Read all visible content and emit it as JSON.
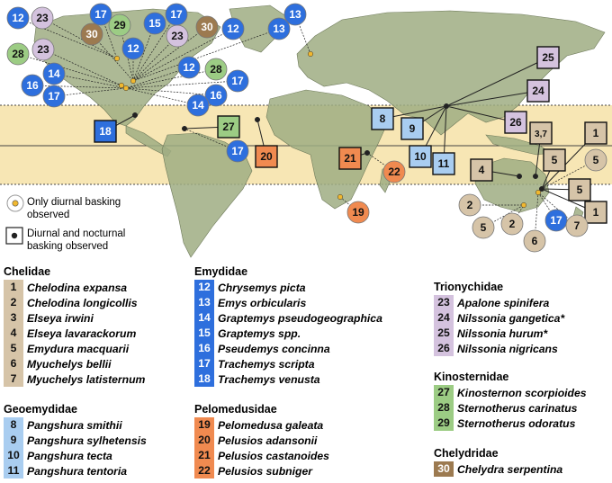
{
  "colors": {
    "chelidae": "#d6c4a8",
    "emydidae": "#2e6fdd",
    "geoemydidae": "#a9cdf0",
    "pelomedusidae": "#f08a50",
    "trionychidae": "#d4c2de",
    "kinosternidae": "#9ccc84",
    "chelydridae": "#9c7a50",
    "land": "#9fad82",
    "tropics": "#f7e6b4",
    "ocean": "#ffffff"
  },
  "legend": {
    "diurnal": "Only diurnal basking observed",
    "diurnal_line1": "Only diurnal basking",
    "diurnal_line2": "observed",
    "nocturnal_line1": "Diurnal and nocturnal",
    "nocturnal_line2": "basking observed"
  },
  "markers": [
    {
      "label": "12",
      "family": "emydidae",
      "shape": "circle"
    },
    {
      "label": "23",
      "family": "trionychidae",
      "shape": "circle"
    },
    {
      "label": "17",
      "family": "emydidae",
      "shape": "circle"
    },
    {
      "label": "30",
      "family": "chelydridae",
      "shape": "circle"
    },
    {
      "label": "29",
      "family": "kinosternidae",
      "shape": "circle"
    },
    {
      "label": "12",
      "family": "emydidae",
      "shape": "circle"
    },
    {
      "label": "15",
      "family": "emydidae",
      "shape": "circle"
    },
    {
      "label": "23",
      "family": "trionychidae",
      "shape": "circle"
    },
    {
      "label": "17",
      "family": "emydidae",
      "shape": "circle"
    },
    {
      "label": "30",
      "family": "chelydridae",
      "shape": "circle"
    },
    {
      "label": "12",
      "family": "emydidae",
      "shape": "circle"
    },
    {
      "label": "13",
      "family": "emydidae",
      "shape": "circle"
    },
    {
      "label": "13",
      "family": "emydidae",
      "shape": "circle"
    },
    {
      "label": "28",
      "family": "kinosternidae",
      "shape": "circle"
    },
    {
      "label": "23",
      "family": "trionychidae",
      "shape": "circle"
    },
    {
      "label": "14",
      "family": "emydidae",
      "shape": "circle"
    },
    {
      "label": "16",
      "family": "emydidae",
      "shape": "circle"
    },
    {
      "label": "17",
      "family": "emydidae",
      "shape": "circle"
    },
    {
      "label": "12",
      "family": "emydidae",
      "shape": "circle"
    },
    {
      "label": "28",
      "family": "kinosternidae",
      "shape": "circle"
    },
    {
      "label": "17",
      "family": "emydidae",
      "shape": "circle"
    },
    {
      "label": "16",
      "family": "emydidae",
      "shape": "circle"
    },
    {
      "label": "14",
      "family": "emydidae",
      "shape": "circle"
    },
    {
      "label": "18",
      "family": "emydidae",
      "shape": "square"
    },
    {
      "label": "27",
      "family": "kinosternidae",
      "shape": "square"
    },
    {
      "label": "17",
      "family": "emydidae",
      "shape": "circle"
    },
    {
      "label": "20",
      "family": "pelomedusidae",
      "shape": "square"
    },
    {
      "label": "21",
      "family": "pelomedusidae",
      "shape": "square"
    },
    {
      "label": "22",
      "family": "pelomedusidae",
      "shape": "circle"
    },
    {
      "label": "19",
      "family": "pelomedusidae",
      "shape": "circle"
    },
    {
      "label": "8",
      "family": "geoemydidae",
      "shape": "square"
    },
    {
      "label": "9",
      "family": "geoemydidae",
      "shape": "square"
    },
    {
      "label": "10",
      "family": "geoemydidae",
      "shape": "square"
    },
    {
      "label": "11",
      "family": "geoemydidae",
      "shape": "square"
    },
    {
      "label": "25",
      "family": "trionychidae",
      "shape": "square"
    },
    {
      "label": "24",
      "family": "trionychidae",
      "shape": "square"
    },
    {
      "label": "26",
      "family": "trionychidae",
      "shape": "square"
    },
    {
      "label": "3,7",
      "family": "chelidae",
      "shape": "square"
    },
    {
      "label": "1",
      "family": "chelidae",
      "shape": "square"
    },
    {
      "label": "5",
      "family": "chelidae",
      "shape": "circle"
    },
    {
      "label": "4",
      "family": "chelidae",
      "shape": "square"
    },
    {
      "label": "5",
      "family": "chelidae",
      "shape": "square"
    },
    {
      "label": "5",
      "family": "chelidae",
      "shape": "square"
    },
    {
      "label": "1",
      "family": "chelidae",
      "shape": "square"
    },
    {
      "label": "2",
      "family": "chelidae",
      "shape": "circle"
    },
    {
      "label": "5",
      "family": "chelidae",
      "shape": "circle"
    },
    {
      "label": "2",
      "family": "chelidae",
      "shape": "circle"
    },
    {
      "label": "6",
      "family": "chelidae",
      "shape": "circle"
    },
    {
      "label": "17",
      "family": "emydidae",
      "shape": "circle"
    },
    {
      "label": "7",
      "family": "chelidae",
      "shape": "circle"
    }
  ],
  "families": [
    {
      "name": "Chelidae",
      "key": "chelidae",
      "species": [
        {
          "num": "1",
          "name": "Chelodina expansa"
        },
        {
          "num": "2",
          "name": "Chelodina longicollis"
        },
        {
          "num": "3",
          "name": "Elseya irwini"
        },
        {
          "num": "4",
          "name": "Elseya lavarackorum"
        },
        {
          "num": "5",
          "name": "Emydura macquarii"
        },
        {
          "num": "6",
          "name": "Myuchelys bellii"
        },
        {
          "num": "7",
          "name": "Myuchelys latisternum"
        }
      ]
    },
    {
      "name": "Geoemydidae",
      "key": "geoemydidae",
      "species": [
        {
          "num": "8",
          "name": "Pangshura smithii"
        },
        {
          "num": "9",
          "name": "Pangshura sylhetensis"
        },
        {
          "num": "10",
          "name": "Pangshura tecta"
        },
        {
          "num": "11",
          "name": "Pangshura tentoria"
        }
      ]
    },
    {
      "name": "Emydidae",
      "key": "emydidae",
      "species": [
        {
          "num": "12",
          "name": "Chrysemys picta"
        },
        {
          "num": "13",
          "name": "Emys orbicularis"
        },
        {
          "num": "14",
          "name": "Graptemys pseudogeographica"
        },
        {
          "num": "15",
          "name": "Graptemys spp."
        },
        {
          "num": "16",
          "name": "Pseudemys concinna"
        },
        {
          "num": "17",
          "name": "Trachemys scripta"
        },
        {
          "num": "18",
          "name": "Trachemys venusta"
        }
      ]
    },
    {
      "name": "Pelomedusidae",
      "key": "pelomedusidae",
      "species": [
        {
          "num": "19",
          "name": "Pelomedusa galeata"
        },
        {
          "num": "20",
          "name": "Pelusios adansonii"
        },
        {
          "num": "21",
          "name": "Pelusios castanoides"
        },
        {
          "num": "22",
          "name": "Pelusios subniger"
        }
      ]
    },
    {
      "name": "Trionychidae",
      "key": "trionychidae",
      "species": [
        {
          "num": "23",
          "name": "Apalone spinifera"
        },
        {
          "num": "24",
          "name": "Nilssonia gangetica*"
        },
        {
          "num": "25",
          "name": "Nilssonia hurum*"
        },
        {
          "num": "26",
          "name": "Nilssonia nigricans"
        }
      ]
    },
    {
      "name": "Kinosternidae",
      "key": "kinosternidae",
      "species": [
        {
          "num": "27",
          "name": "Kinosternon scorpioides"
        },
        {
          "num": "28",
          "name": "Sternotherus carinatus"
        },
        {
          "num": "29",
          "name": "Sternotherus odoratus"
        }
      ]
    },
    {
      "name": "Chelydridae",
      "key": "chelydridae",
      "species": [
        {
          "num": "30",
          "name": "Chelydra serpentina"
        }
      ]
    }
  ]
}
